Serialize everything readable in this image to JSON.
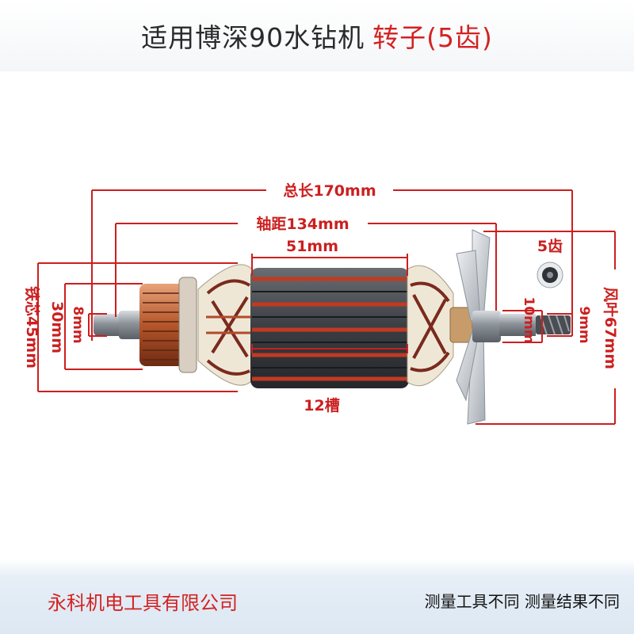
{
  "header": {
    "title": "适用博深90水钻机",
    "subtitle": "转子(5齿)"
  },
  "dimensions": {
    "total_length": "总长170mm",
    "shaft_distance": "轴距134mm",
    "stack_length": "51mm",
    "teeth": "5齿",
    "core_diameter": "铁芯45mm",
    "commutator_diameter": "30mm",
    "shaft_8": "8mm",
    "shaft_10": "10mm",
    "shaft_9": "9mm",
    "fan_diameter": "风叶67mm",
    "slots": "12槽"
  },
  "footer": {
    "company": "永科机电工具有限公司",
    "note": "测量工具不同 测量结果不同"
  },
  "colors": {
    "accent": "#d32222",
    "dimension_line": "#cc1f1f"
  }
}
